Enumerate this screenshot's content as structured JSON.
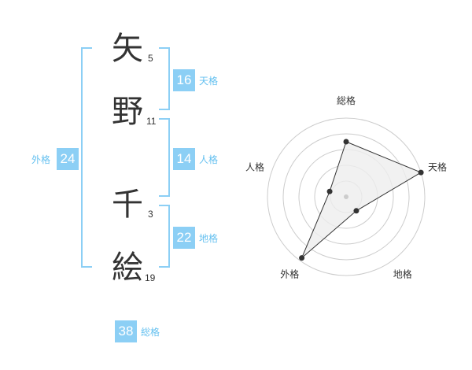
{
  "name": {
    "chars": [
      {
        "kanji": "矢",
        "strokes": "5"
      },
      {
        "kanji": "野",
        "strokes": "11"
      },
      {
        "kanji": "千",
        "strokes": "3"
      },
      {
        "kanji": "絵",
        "strokes": "19"
      }
    ]
  },
  "grades": {
    "tenkaku": {
      "value": "16",
      "label": "天格"
    },
    "jinkaku": {
      "value": "14",
      "label": "人格"
    },
    "chikaku": {
      "value": "22",
      "label": "地格"
    },
    "gaikaku": {
      "value": "24",
      "label": "外格"
    },
    "soukaku": {
      "value": "38",
      "label": "総格"
    }
  },
  "colors": {
    "accent": "#8ccff5",
    "label": "#66c1f0",
    "text": "#333333",
    "grid": "#cccccc",
    "fill": "#eeeeee"
  },
  "chart_data": {
    "type": "radar",
    "axes": [
      "総格",
      "天格",
      "地格",
      "外格",
      "人格"
    ],
    "rings": 5,
    "values": [
      3.5,
      5,
      1.1,
      4.8,
      1.1
    ],
    "max": 5
  }
}
